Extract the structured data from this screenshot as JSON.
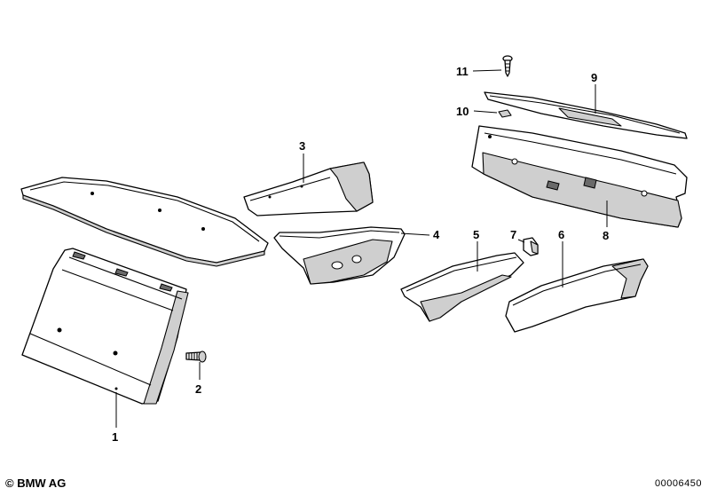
{
  "callouts": {
    "c1": "1",
    "c2": "2",
    "c3": "3",
    "c4": "4",
    "c5": "5",
    "c6": "6",
    "c7": "7",
    "c8": "8",
    "c9": "9",
    "c10": "10",
    "c11": "11"
  },
  "footer": {
    "copyright": "© BMW AG",
    "diagram_number": "00006450"
  }
}
